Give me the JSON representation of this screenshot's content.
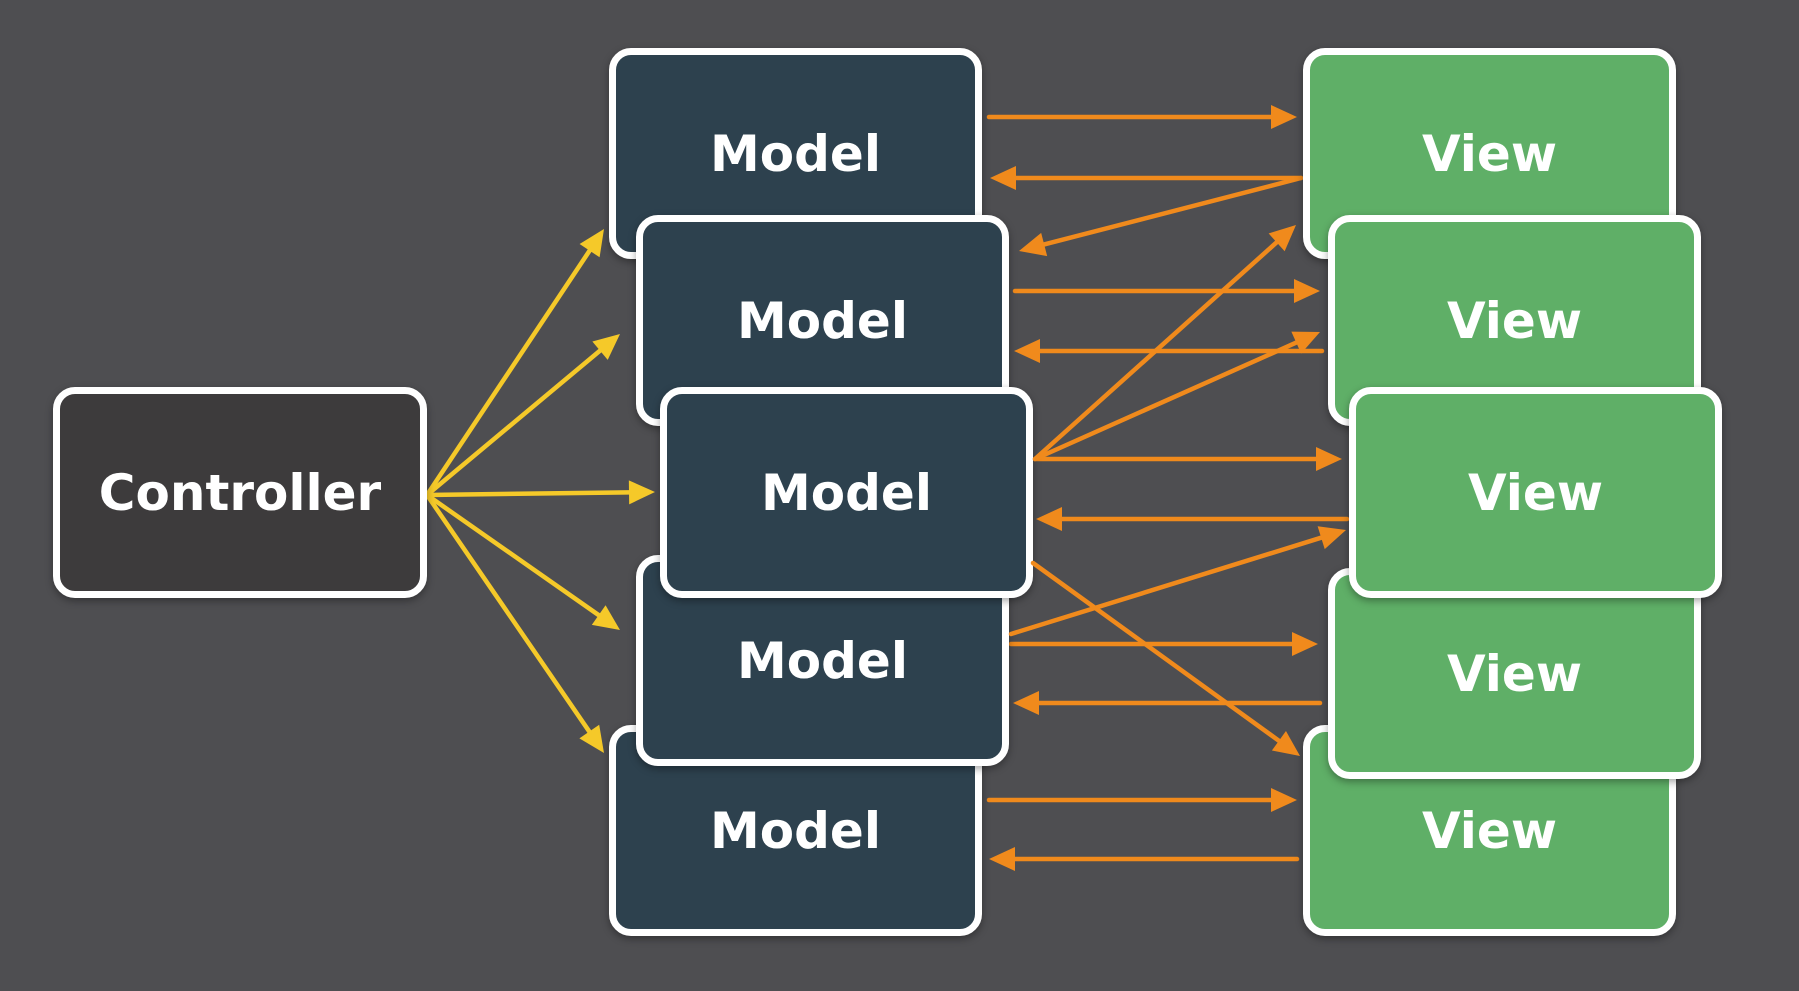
{
  "colors": {
    "background": "#4e4e51",
    "controller_fill": "#3d3b3c",
    "model_fill": "#2d414e",
    "view_fill": "#5faf67",
    "controller_to_model_arrow": "#f5c929",
    "model_view_arrow": "#f08a1c"
  },
  "controller": {
    "label": "Controller"
  },
  "models": [
    {
      "label": "Model"
    },
    {
      "label": "Model"
    },
    {
      "label": "Model"
    },
    {
      "label": "Model"
    },
    {
      "label": "Model"
    }
  ],
  "views": [
    {
      "label": "View"
    },
    {
      "label": "View"
    },
    {
      "label": "View"
    },
    {
      "label": "View"
    },
    {
      "label": "View"
    }
  ],
  "edges": [
    {
      "from": "controller",
      "to": "model-1",
      "kind": "controller-to-model"
    },
    {
      "from": "controller",
      "to": "model-2",
      "kind": "controller-to-model"
    },
    {
      "from": "controller",
      "to": "model-3",
      "kind": "controller-to-model"
    },
    {
      "from": "controller",
      "to": "model-4",
      "kind": "controller-to-model"
    },
    {
      "from": "controller",
      "to": "model-5",
      "kind": "controller-to-model"
    },
    {
      "from": "model-1",
      "to": "view-1",
      "kind": "model-view"
    },
    {
      "from": "view-1",
      "to": "model-1",
      "kind": "model-view"
    },
    {
      "from": "view-1",
      "to": "model-2",
      "kind": "model-view"
    },
    {
      "from": "model-2",
      "to": "view-2",
      "kind": "model-view"
    },
    {
      "from": "view-2",
      "to": "model-2",
      "kind": "model-view"
    },
    {
      "from": "model-3",
      "to": "view-1",
      "kind": "model-view"
    },
    {
      "from": "model-3",
      "to": "view-2",
      "kind": "model-view"
    },
    {
      "from": "model-3",
      "to": "view-3",
      "kind": "model-view"
    },
    {
      "from": "view-3",
      "to": "model-3",
      "kind": "model-view"
    },
    {
      "from": "model-3",
      "to": "view-5",
      "kind": "model-view"
    },
    {
      "from": "model-4",
      "to": "view-3",
      "kind": "model-view"
    },
    {
      "from": "model-4",
      "to": "view-4",
      "kind": "model-view"
    },
    {
      "from": "view-4",
      "to": "model-4",
      "kind": "model-view"
    },
    {
      "from": "model-5",
      "to": "view-5",
      "kind": "model-view"
    },
    {
      "from": "view-5",
      "to": "model-5",
      "kind": "model-view"
    }
  ]
}
